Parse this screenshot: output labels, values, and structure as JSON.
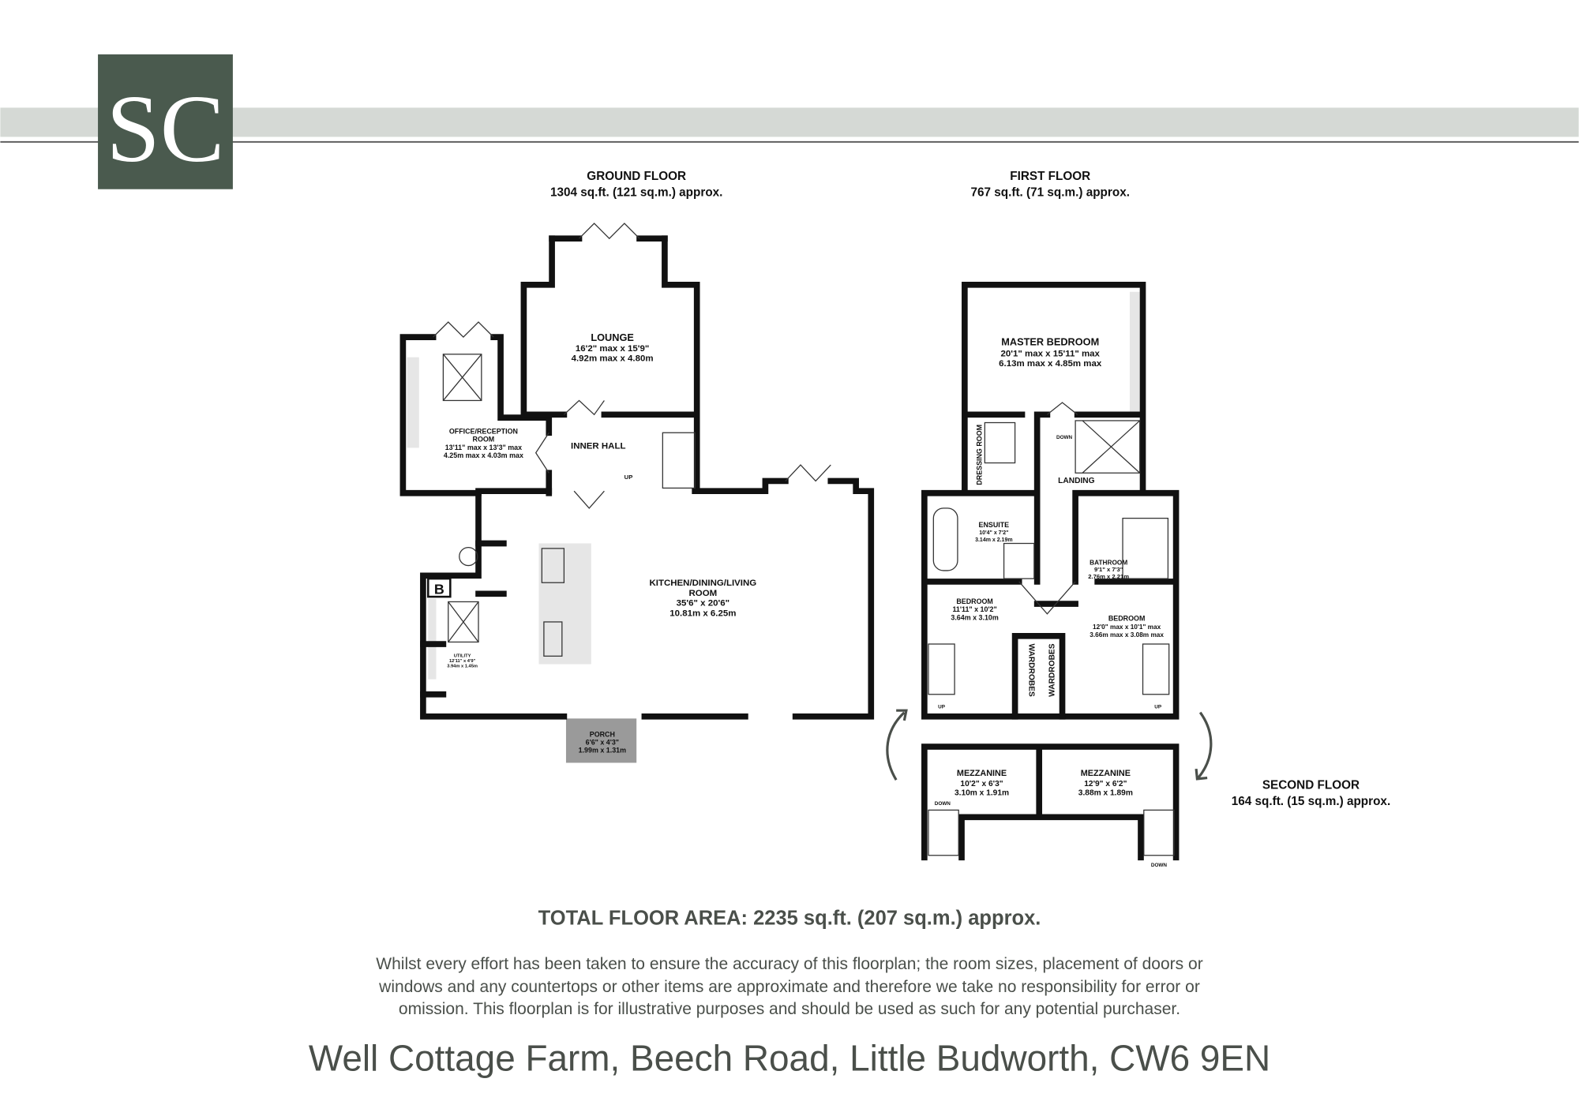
{
  "logo": {
    "text": "SC",
    "color": "#4a5a4e"
  },
  "band_color": "#d5d9d5",
  "floors": {
    "ground": {
      "title": "GROUND FLOOR",
      "area": "1304 sq.ft. (121 sq.m.) approx."
    },
    "first": {
      "title": "FIRST FLOOR",
      "area": "767 sq.ft. (71 sq.m.) approx."
    },
    "second": {
      "title": "SECOND FLOOR",
      "area": "164 sq.ft. (15 sq.m.) approx."
    }
  },
  "rooms": {
    "lounge": {
      "name": "LOUNGE",
      "imperial": "16'2\" max x 15'9\"",
      "metric": "4.92m max x 4.80m"
    },
    "office": {
      "name": "OFFICE/RECEPTION",
      "name2": "ROOM",
      "imperial": "13'11\" max x 13'3\" max",
      "metric": "4.25m max x 4.03m max"
    },
    "inner_hall": {
      "name": "INNER HALL"
    },
    "kitchen": {
      "name": "KITCHEN/DINING/LIVING",
      "name2": "ROOM",
      "imperial": "35'6\" x 20'6\"",
      "metric": "10.81m x 6.25m"
    },
    "utility": {
      "name": "UTILITY",
      "imperial": "12'11\" x 4'9\"",
      "metric": "3.94m x 1.45m"
    },
    "porch": {
      "name": "PORCH",
      "imperial": "6'6\" x 4'3\"",
      "metric": "1.99m x 1.31m"
    },
    "master": {
      "name": "MASTER BEDROOM",
      "imperial": "20'1\" max x 15'11\" max",
      "metric": "6.13m max x 4.85m max"
    },
    "dressing": {
      "name": "DRESSING ROOM"
    },
    "ensuite": {
      "name": "ENSUITE",
      "imperial": "10'4\" x 7'2\"",
      "metric": "3.14m x 2.19m"
    },
    "landing": {
      "name": "LANDING"
    },
    "bathroom": {
      "name": "BATHROOM",
      "imperial": "9'1\" x 7'3\"",
      "metric": "2.76m x 2.21m"
    },
    "bedroom1": {
      "name": "BEDROOM",
      "imperial": "11'11\" x 10'2\"",
      "metric": "3.64m x 3.10m"
    },
    "bedroom2": {
      "name": "BEDROOM",
      "imperial": "12'0\" max x 10'1\" max",
      "metric": "3.66m max x 3.08m max"
    },
    "wardrobes": "WARDROBES",
    "mezz1": {
      "name": "MEZZANINE",
      "imperial": "10'2\" x 6'3\"",
      "metric": "3.10m x 1.91m"
    },
    "mezz2": {
      "name": "MEZZANINE",
      "imperial": "12'9\" x 6'2\"",
      "metric": "3.88m x 1.89m"
    }
  },
  "stair_labels": {
    "up": "UP",
    "down": "DOWN",
    "boiler": "B"
  },
  "total_area": "TOTAL FLOOR AREA: 2235 sq.ft. (207 sq.m.) approx.",
  "disclaimer": [
    "Whilst every effort has been taken to ensure the accuracy of this floorplan; the room sizes, placement of doors or",
    "windows and any countertops or other items are approximate and therefore we take no responsibility for error or",
    "omission. This floorplan is for illustrative purposes and should be used as such for any potential purchaser."
  ],
  "address": "Well Cottage Farm, Beech Road, Little Budworth, CW6 9EN"
}
